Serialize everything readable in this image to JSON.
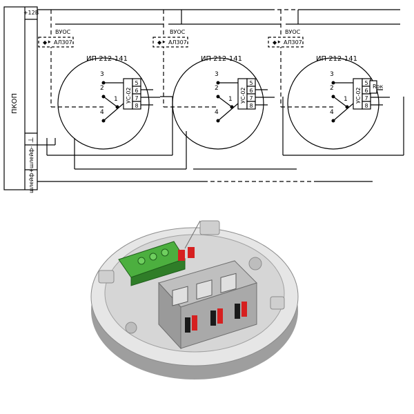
{
  "panel": {
    "name": "ПКОП",
    "power_label": "+12В",
    "ground_label": "⊥",
    "loop_minus_label": "шлейф-",
    "loop_plus_label": "шлейф+"
  },
  "detectors": [
    {
      "model": "ИП 212-141",
      "vuos_label": "ВУОС",
      "led_label": "АЛ307",
      "socket_label": "УС-02",
      "terminals": [
        "5",
        "6",
        "7",
        "8"
      ],
      "points": [
        "1",
        "2",
        "3",
        "4"
      ],
      "resistor_label": ""
    },
    {
      "model": "ИП 212-141",
      "vuos_label": "ВУОС",
      "led_label": "АЛ307",
      "socket_label": "УС-02",
      "terminals": [
        "5",
        "6",
        "7",
        "8"
      ],
      "points": [
        "1",
        "2",
        "3",
        "4"
      ],
      "resistor_label": ""
    },
    {
      "model": "ИП 212-141",
      "vuos_label": "ВУОС",
      "led_label": "АЛ307",
      "socket_label": "УС-02",
      "terminals": [
        "5",
        "6",
        "7",
        "8"
      ],
      "points": [
        "1",
        "2",
        "3",
        "4"
      ],
      "resistor_label": "Rок"
    }
  ],
  "colors": {
    "socket_body": "#d9d9d9",
    "terminal_block": "#4caf3f",
    "red_contacts": "#d62020",
    "black_contacts": "#1a1a1a"
  }
}
